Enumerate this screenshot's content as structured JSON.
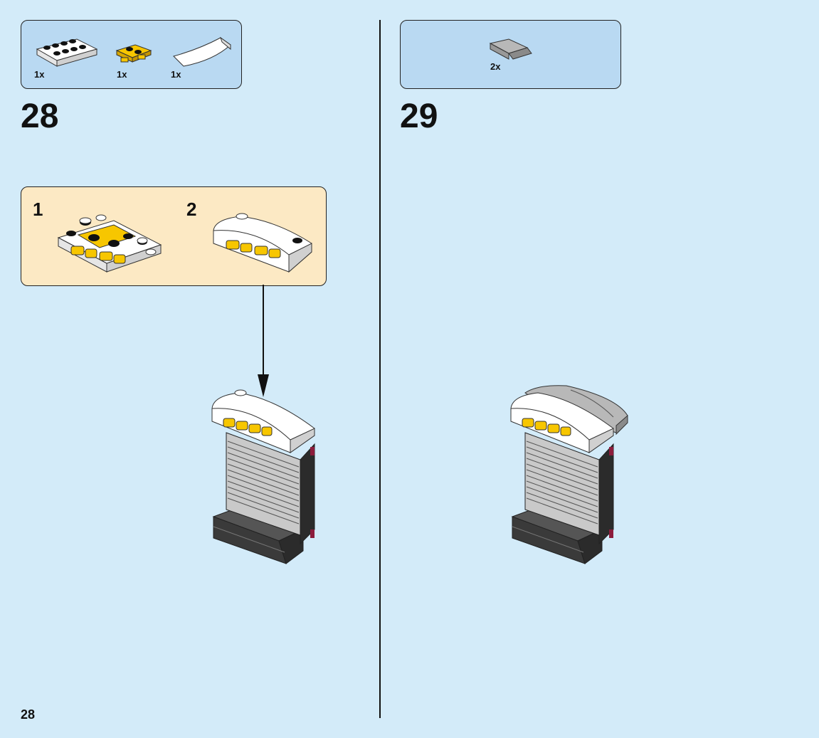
{
  "page_number": "28",
  "steps": [
    {
      "number": "28",
      "parts": [
        {
          "icon": "white-plate-2x4-icon",
          "qty": "1x"
        },
        {
          "icon": "yellow-plate-with-clips-icon",
          "qty": "1x"
        },
        {
          "icon": "white-curved-slope-icon",
          "qty": "1x"
        }
      ],
      "substeps": [
        {
          "number": "1"
        },
        {
          "number": "2"
        }
      ]
    },
    {
      "number": "29",
      "parts": [
        {
          "icon": "gray-curved-slope-icon",
          "qty": "2x"
        }
      ]
    }
  ],
  "colors": {
    "background": "#d3ebf9",
    "parts_box": "#b9d9f2",
    "substep_box": "#fce9c4",
    "brick_yellow": "#f7c600",
    "brick_white": "#ffffff",
    "brick_gray": "#b8b8b8",
    "brick_dark": "#2b2b2b",
    "accent_red": "#8c1c3c"
  }
}
